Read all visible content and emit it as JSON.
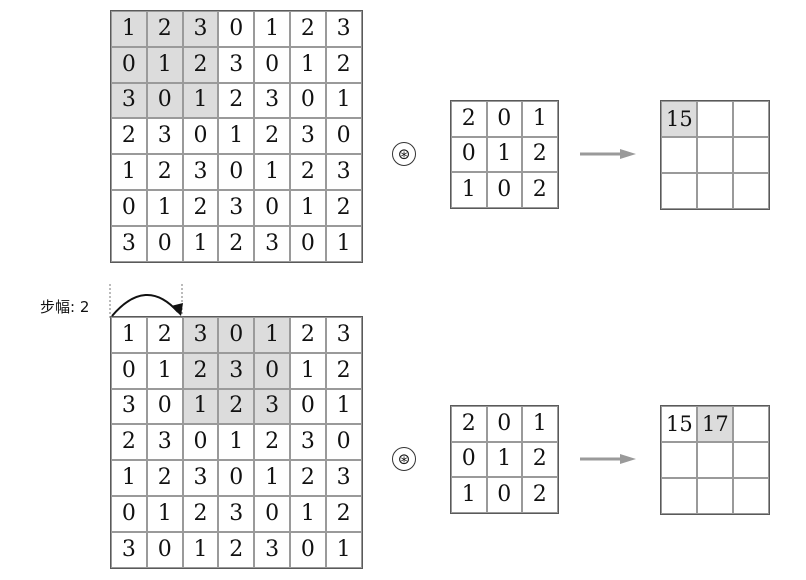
{
  "operator_symbol": "⊛",
  "stride_label": "步幅: 2",
  "panels": [
    {
      "input": [
        [
          1,
          2,
          3,
          0,
          1,
          2,
          3
        ],
        [
          0,
          1,
          2,
          3,
          0,
          1,
          2
        ],
        [
          3,
          0,
          1,
          2,
          3,
          0,
          1
        ],
        [
          2,
          3,
          0,
          1,
          2,
          3,
          0
        ],
        [
          1,
          2,
          3,
          0,
          1,
          2,
          3
        ],
        [
          0,
          1,
          2,
          3,
          0,
          1,
          2
        ],
        [
          3,
          0,
          1,
          2,
          3,
          0,
          1
        ]
      ],
      "highlight": {
        "row": 0,
        "col": 0,
        "size": 3
      },
      "kernel": [
        [
          2,
          0,
          1
        ],
        [
          0,
          1,
          2
        ],
        [
          1,
          0,
          2
        ]
      ],
      "output": [
        [
          "15",
          "",
          ""
        ],
        [
          "",
          "",
          ""
        ],
        [
          "",
          "",
          ""
        ]
      ],
      "output_highlight": [
        [
          0,
          0
        ]
      ]
    },
    {
      "input": [
        [
          1,
          2,
          3,
          0,
          1,
          2,
          3
        ],
        [
          0,
          1,
          2,
          3,
          0,
          1,
          2
        ],
        [
          3,
          0,
          1,
          2,
          3,
          0,
          1
        ],
        [
          2,
          3,
          0,
          1,
          2,
          3,
          0
        ],
        [
          1,
          2,
          3,
          0,
          1,
          2,
          3
        ],
        [
          0,
          1,
          2,
          3,
          0,
          1,
          2
        ],
        [
          3,
          0,
          1,
          2,
          3,
          0,
          1
        ]
      ],
      "highlight": {
        "row": 0,
        "col": 2,
        "size": 3
      },
      "kernel": [
        [
          2,
          0,
          1
        ],
        [
          0,
          1,
          2
        ],
        [
          1,
          0,
          2
        ]
      ],
      "output": [
        [
          "15",
          "17",
          ""
        ],
        [
          "",
          "",
          ""
        ],
        [
          "",
          "",
          ""
        ]
      ],
      "output_highlight": [
        [
          0,
          1
        ]
      ]
    }
  ]
}
